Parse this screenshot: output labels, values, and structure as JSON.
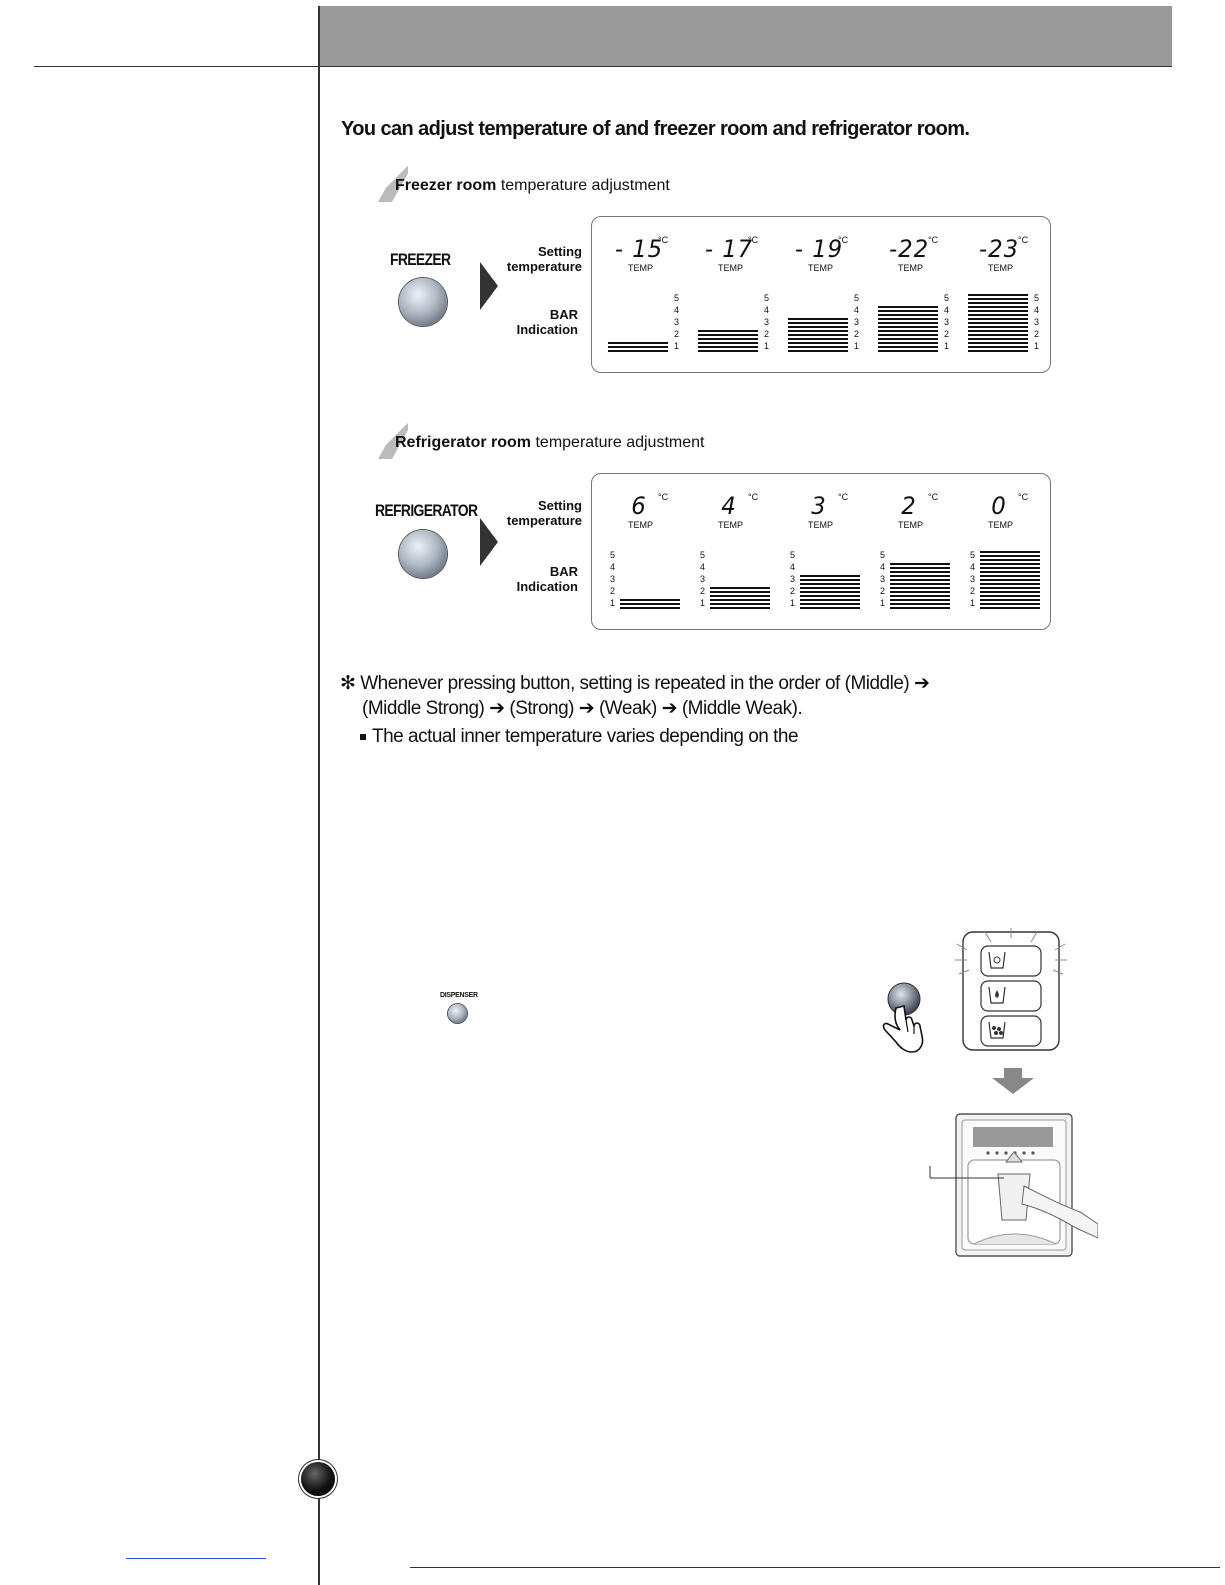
{
  "headline": "You can adjust temperature of and freezer room and refrigerator room.",
  "freezer": {
    "title_bold": "Freezer room",
    "title_rest": " temperature adjustment",
    "button_label": "FREEZER",
    "row_setting_1": "Setting",
    "row_setting_2": "temperature",
    "row_bar_1": "BAR",
    "row_bar_2": "Indication",
    "settings": [
      {
        "temp": "- 15",
        "unit": "°C",
        "caption": "TEMP",
        "bar_level": 1
      },
      {
        "temp": "- 17",
        "unit": "°C",
        "caption": "TEMP",
        "bar_level": 2
      },
      {
        "temp": "- 19",
        "unit": "°C",
        "caption": "TEMP",
        "bar_level": 3
      },
      {
        "temp": "-22",
        "unit": "°C",
        "caption": "TEMP",
        "bar_level": 4
      },
      {
        "temp": "-23",
        "unit": "°C",
        "caption": "TEMP",
        "bar_level": 5
      }
    ],
    "scale": [
      "5",
      "4",
      "3",
      "2",
      "1"
    ]
  },
  "refrigerator": {
    "title_bold": "Refrigerator room",
    "title_rest": " temperature adjustment",
    "button_label": "REFRIGERATOR",
    "row_setting_1": "Setting",
    "row_setting_2": "temperature",
    "row_bar_1": "BAR",
    "row_bar_2": "Indication",
    "settings": [
      {
        "temp": "6",
        "unit": "°C",
        "caption": "TEMP",
        "bar_level": 1
      },
      {
        "temp": "4",
        "unit": "°C",
        "caption": "TEMP",
        "bar_level": 2
      },
      {
        "temp": "3",
        "unit": "°C",
        "caption": "TEMP",
        "bar_level": 3
      },
      {
        "temp": "2",
        "unit": "°C",
        "caption": "TEMP",
        "bar_level": 4
      },
      {
        "temp": "0",
        "unit": "°C",
        "caption": "TEMP",
        "bar_level": 5
      }
    ],
    "scale": [
      "5",
      "4",
      "3",
      "2",
      "1"
    ]
  },
  "note": {
    "symbol": "✻",
    "line1": "Whenever pressing button, setting is repeated in the order of (Middle) ➔",
    "line2": "(Middle Strong) ➔   (Strong) ➔   (Weak) ➔   (Middle Weak).",
    "bullet": "The actual inner temperature varies depending on the"
  },
  "dispenser": {
    "label": "DISPENSER"
  }
}
